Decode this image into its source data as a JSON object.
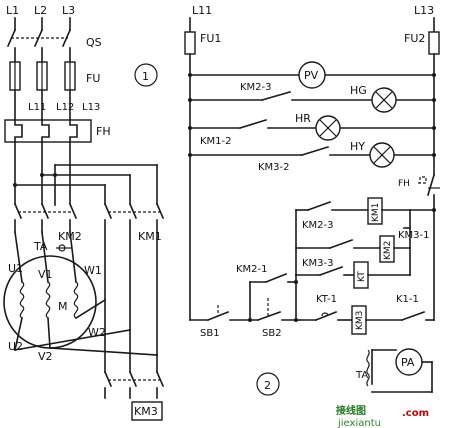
{
  "main_circuit": {
    "phases": [
      "L1",
      "L2",
      "L3"
    ],
    "breaker": "QS",
    "fuses": "FU",
    "fuse_outputs": [
      "L11",
      "L12",
      "L13"
    ],
    "thermal_relay": "FH",
    "current_transformer": "TA",
    "ct_contactor": "KM2",
    "star_contactor": "KM1",
    "delta_contactor": "KM3",
    "motor": "M",
    "terminals": [
      "U1",
      "V1",
      "W1",
      "U2",
      "V2",
      "W2"
    ],
    "section_number": "1"
  },
  "control_circuit": {
    "supply": [
      "L11",
      "L13"
    ],
    "fuses": [
      "FU1",
      "FU2"
    ],
    "voltmeter": "PV",
    "lamps": [
      "HG",
      "HR",
      "HY"
    ],
    "lamp_contacts": [
      "KM2-3",
      "KM1-2",
      "KM3-2"
    ],
    "thermal_contact": "FH",
    "coils": [
      "KM1",
      "KM2",
      "KT",
      "KM3"
    ],
    "contacts": [
      "KM2-3",
      "KM3-1",
      "KM2-1",
      "KM3-3",
      "KT-1",
      "K1-1"
    ],
    "buttons": [
      "SB1",
      "SB2"
    ],
    "ammeter": "PA",
    "ammeter_ct": "TA",
    "section_number": "2"
  },
  "watermark": {
    "chinese": "接线图",
    "domain": "jiexiantu",
    "suffix": ".com"
  }
}
